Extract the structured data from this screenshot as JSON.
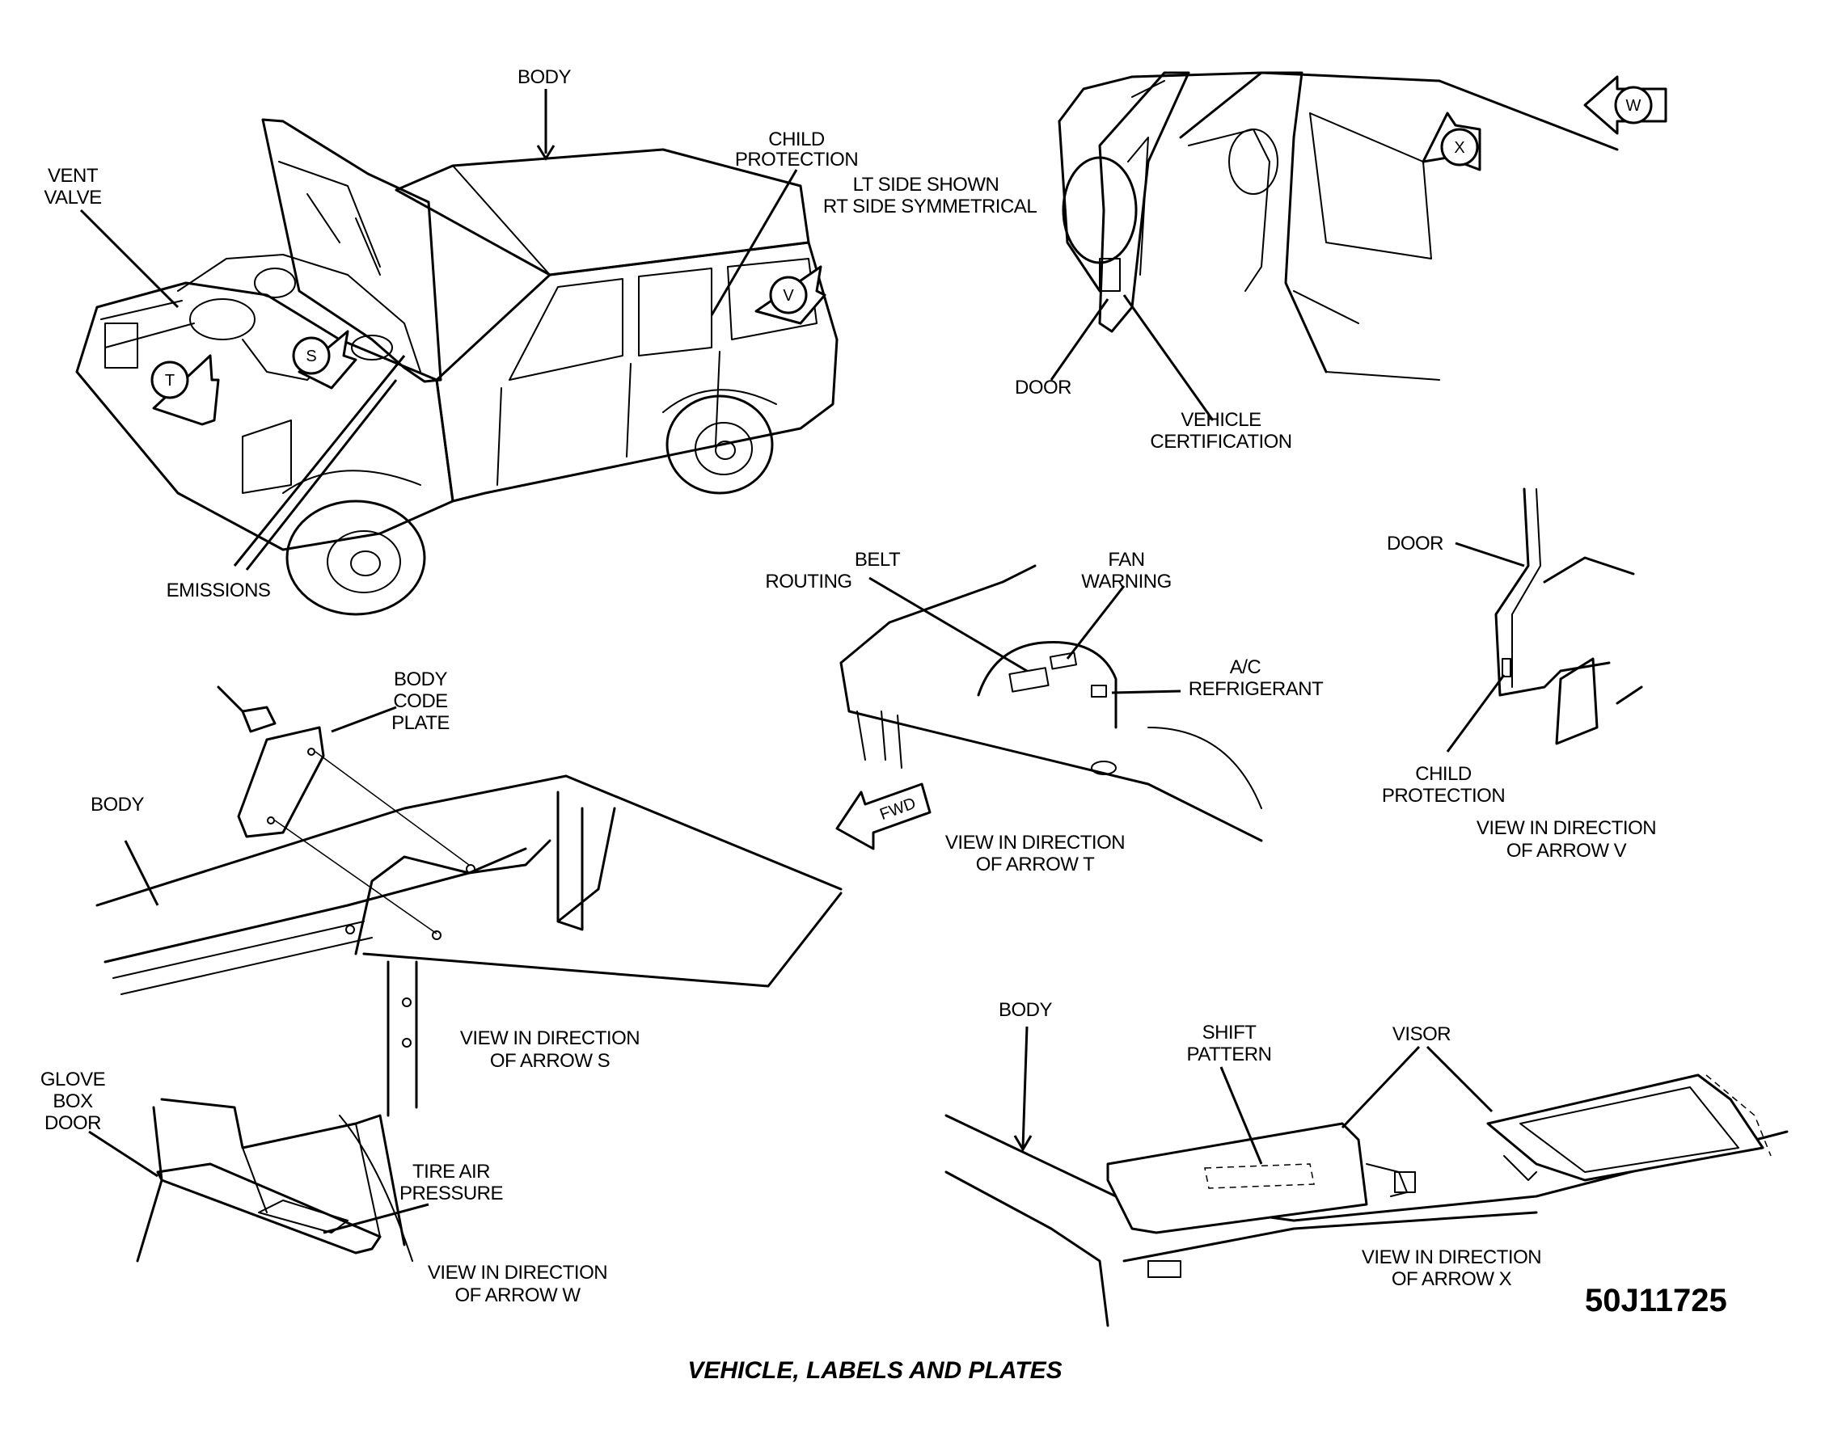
{
  "labels": {
    "body_top": "BODY",
    "child_protection_1": "CHILD",
    "child_protection_2": "PROTECTION",
    "vent_valve_1": "VENT",
    "vent_valve_2": "VALVE",
    "lt_side_1": "LT SIDE SHOWN",
    "lt_side_2": "RT SIDE SYMMETRICAL",
    "emissions": "EMISSIONS",
    "door_top": "DOOR",
    "vehicle_cert_1": "VEHICLE",
    "vehicle_cert_2": "CERTIFICATION",
    "belt_routing_1": "BELT",
    "belt_routing_2": "ROUTING",
    "fan_warning_1": "FAN",
    "fan_warning_2": "WARNING",
    "ac_refrigerant_1": "A/C",
    "ac_refrigerant_2": "REFRIGERANT",
    "fwd": "FWD",
    "view_t_1": "VIEW IN DIRECTION",
    "view_t_2": "OF ARROW  T",
    "door_v": "DOOR",
    "child_v_1": "CHILD",
    "child_v_2": "PROTECTION",
    "view_v_1": "VIEW IN DIRECTION",
    "view_v_2": "OF ARROW  V",
    "body_code_1": "BODY",
    "body_code_2": "CODE",
    "body_code_3": "PLATE",
    "body_s": "BODY",
    "view_s_1": "VIEW IN DIRECTION",
    "view_s_2": "OF ARROW  S",
    "glove_1": "GLOVE",
    "glove_2": "BOX",
    "glove_3": "DOOR",
    "tire_1": "TIRE AIR",
    "tire_2": "PRESSURE",
    "view_w_1": "VIEW IN DIRECTION",
    "view_w_2": "OF ARROW  W",
    "body_x": "BODY",
    "shift_1": "SHIFT",
    "shift_2": "PATTERN",
    "visor": "VISOR",
    "view_x_1": "VIEW IN DIRECTION",
    "view_x_2": "OF ARROW  X"
  },
  "arrows": {
    "t": "T",
    "s": "S",
    "v": "V",
    "w": "W",
    "x": "X"
  },
  "figure_code": "50J11725",
  "caption": "VEHICLE, LABELS AND PLATES"
}
